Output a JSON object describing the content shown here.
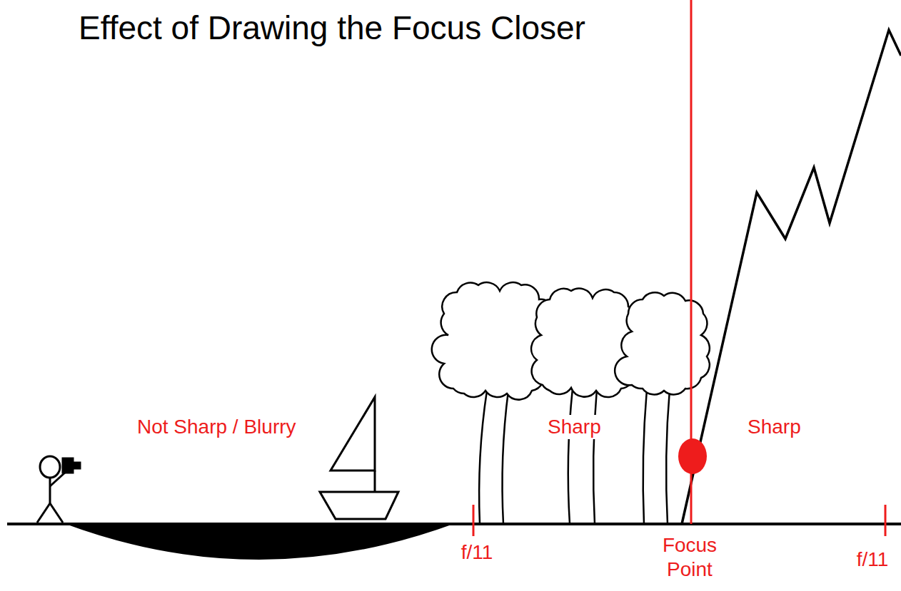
{
  "diagram": {
    "title": "Effect of Drawing the Focus Closer",
    "labels": [
      "Not Sharp / Blurry",
      "Sharp",
      "Sharp",
      "f/11",
      "Focus Point",
      "f/11"
    ]
  }
}
